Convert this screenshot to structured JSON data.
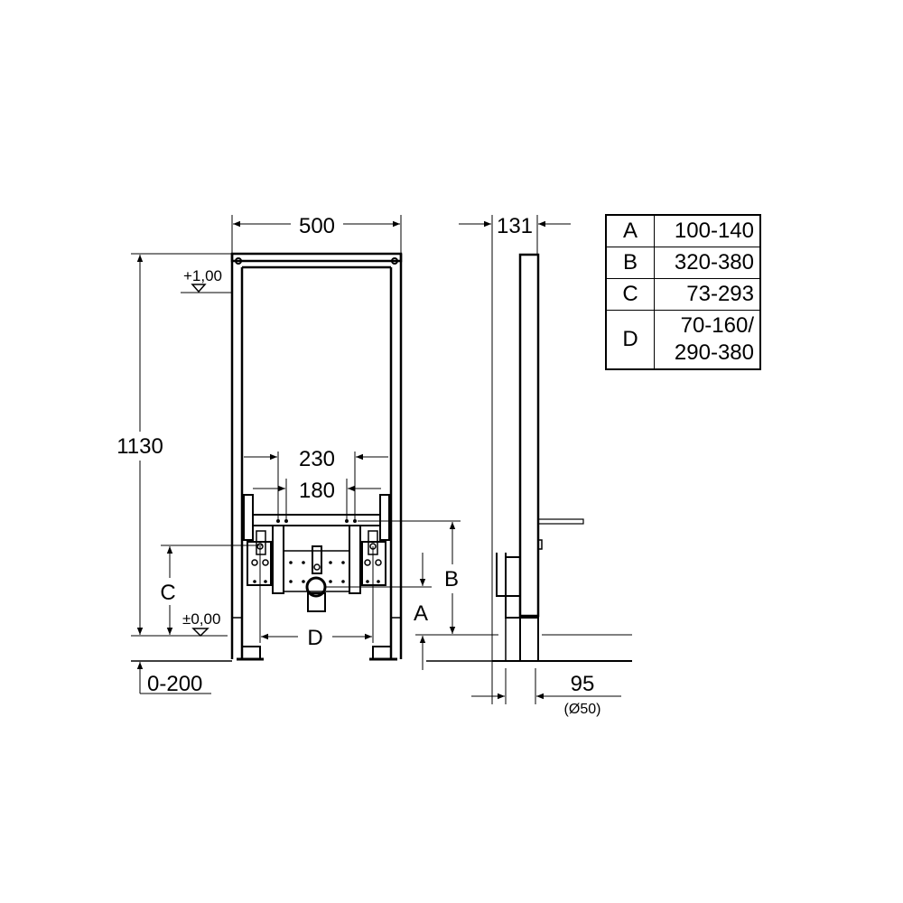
{
  "drawing": {
    "title": "Bidet installation frame dimension drawing",
    "front_view": {
      "width_label": "500",
      "height_label": "1130",
      "level_top": "+1,00",
      "level_floor": "±0,00",
      "floor_adjust": "0-200",
      "inner_spacing_outer": "230",
      "inner_spacing_inner": "180",
      "dim_A": "A",
      "dim_B": "B",
      "dim_C": "C",
      "dim_D": "D"
    },
    "side_view": {
      "depth_label": "131",
      "pipe_offset": "95",
      "pipe_diameter": "(Ø50)"
    }
  },
  "table": {
    "rows": [
      {
        "key": "A",
        "value": "100-140"
      },
      {
        "key": "B",
        "value": "320-380"
      },
      {
        "key": "C",
        "value": "73-293"
      },
      {
        "key": "D",
        "value_line1": "70-160/",
        "value_line2": "290-380"
      }
    ]
  },
  "colors": {
    "line": "#000000",
    "background": "#ffffff"
  }
}
